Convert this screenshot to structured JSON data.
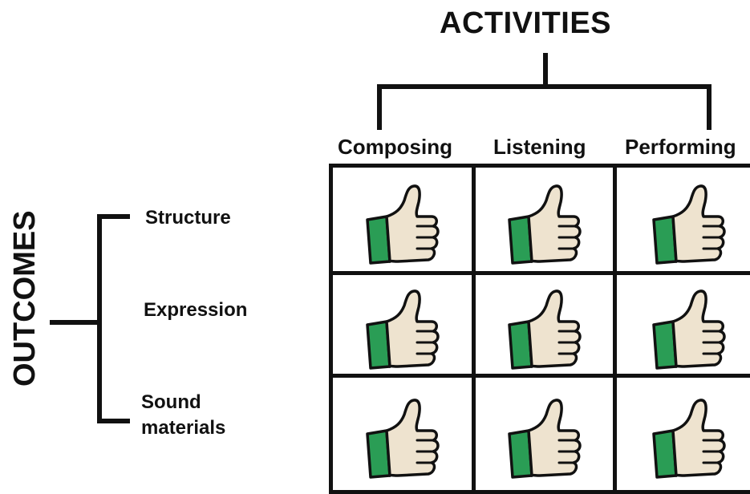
{
  "header": {
    "activities_label": "ACTIVITIES"
  },
  "side": {
    "outcomes_label": "OUTCOMES"
  },
  "columns": [
    "Composing",
    "Listening",
    "Performing"
  ],
  "rows": [
    {
      "label_lines": [
        "Structure"
      ]
    },
    {
      "label_lines": [
        "Expression"
      ]
    },
    {
      "label_lines": [
        "Sound",
        "materials"
      ]
    }
  ],
  "cell_icon": "thumbs-up-icon",
  "colors": {
    "sleeve": "#2a9d55",
    "hand": "#eee3cf",
    "outline": "#111111"
  }
}
